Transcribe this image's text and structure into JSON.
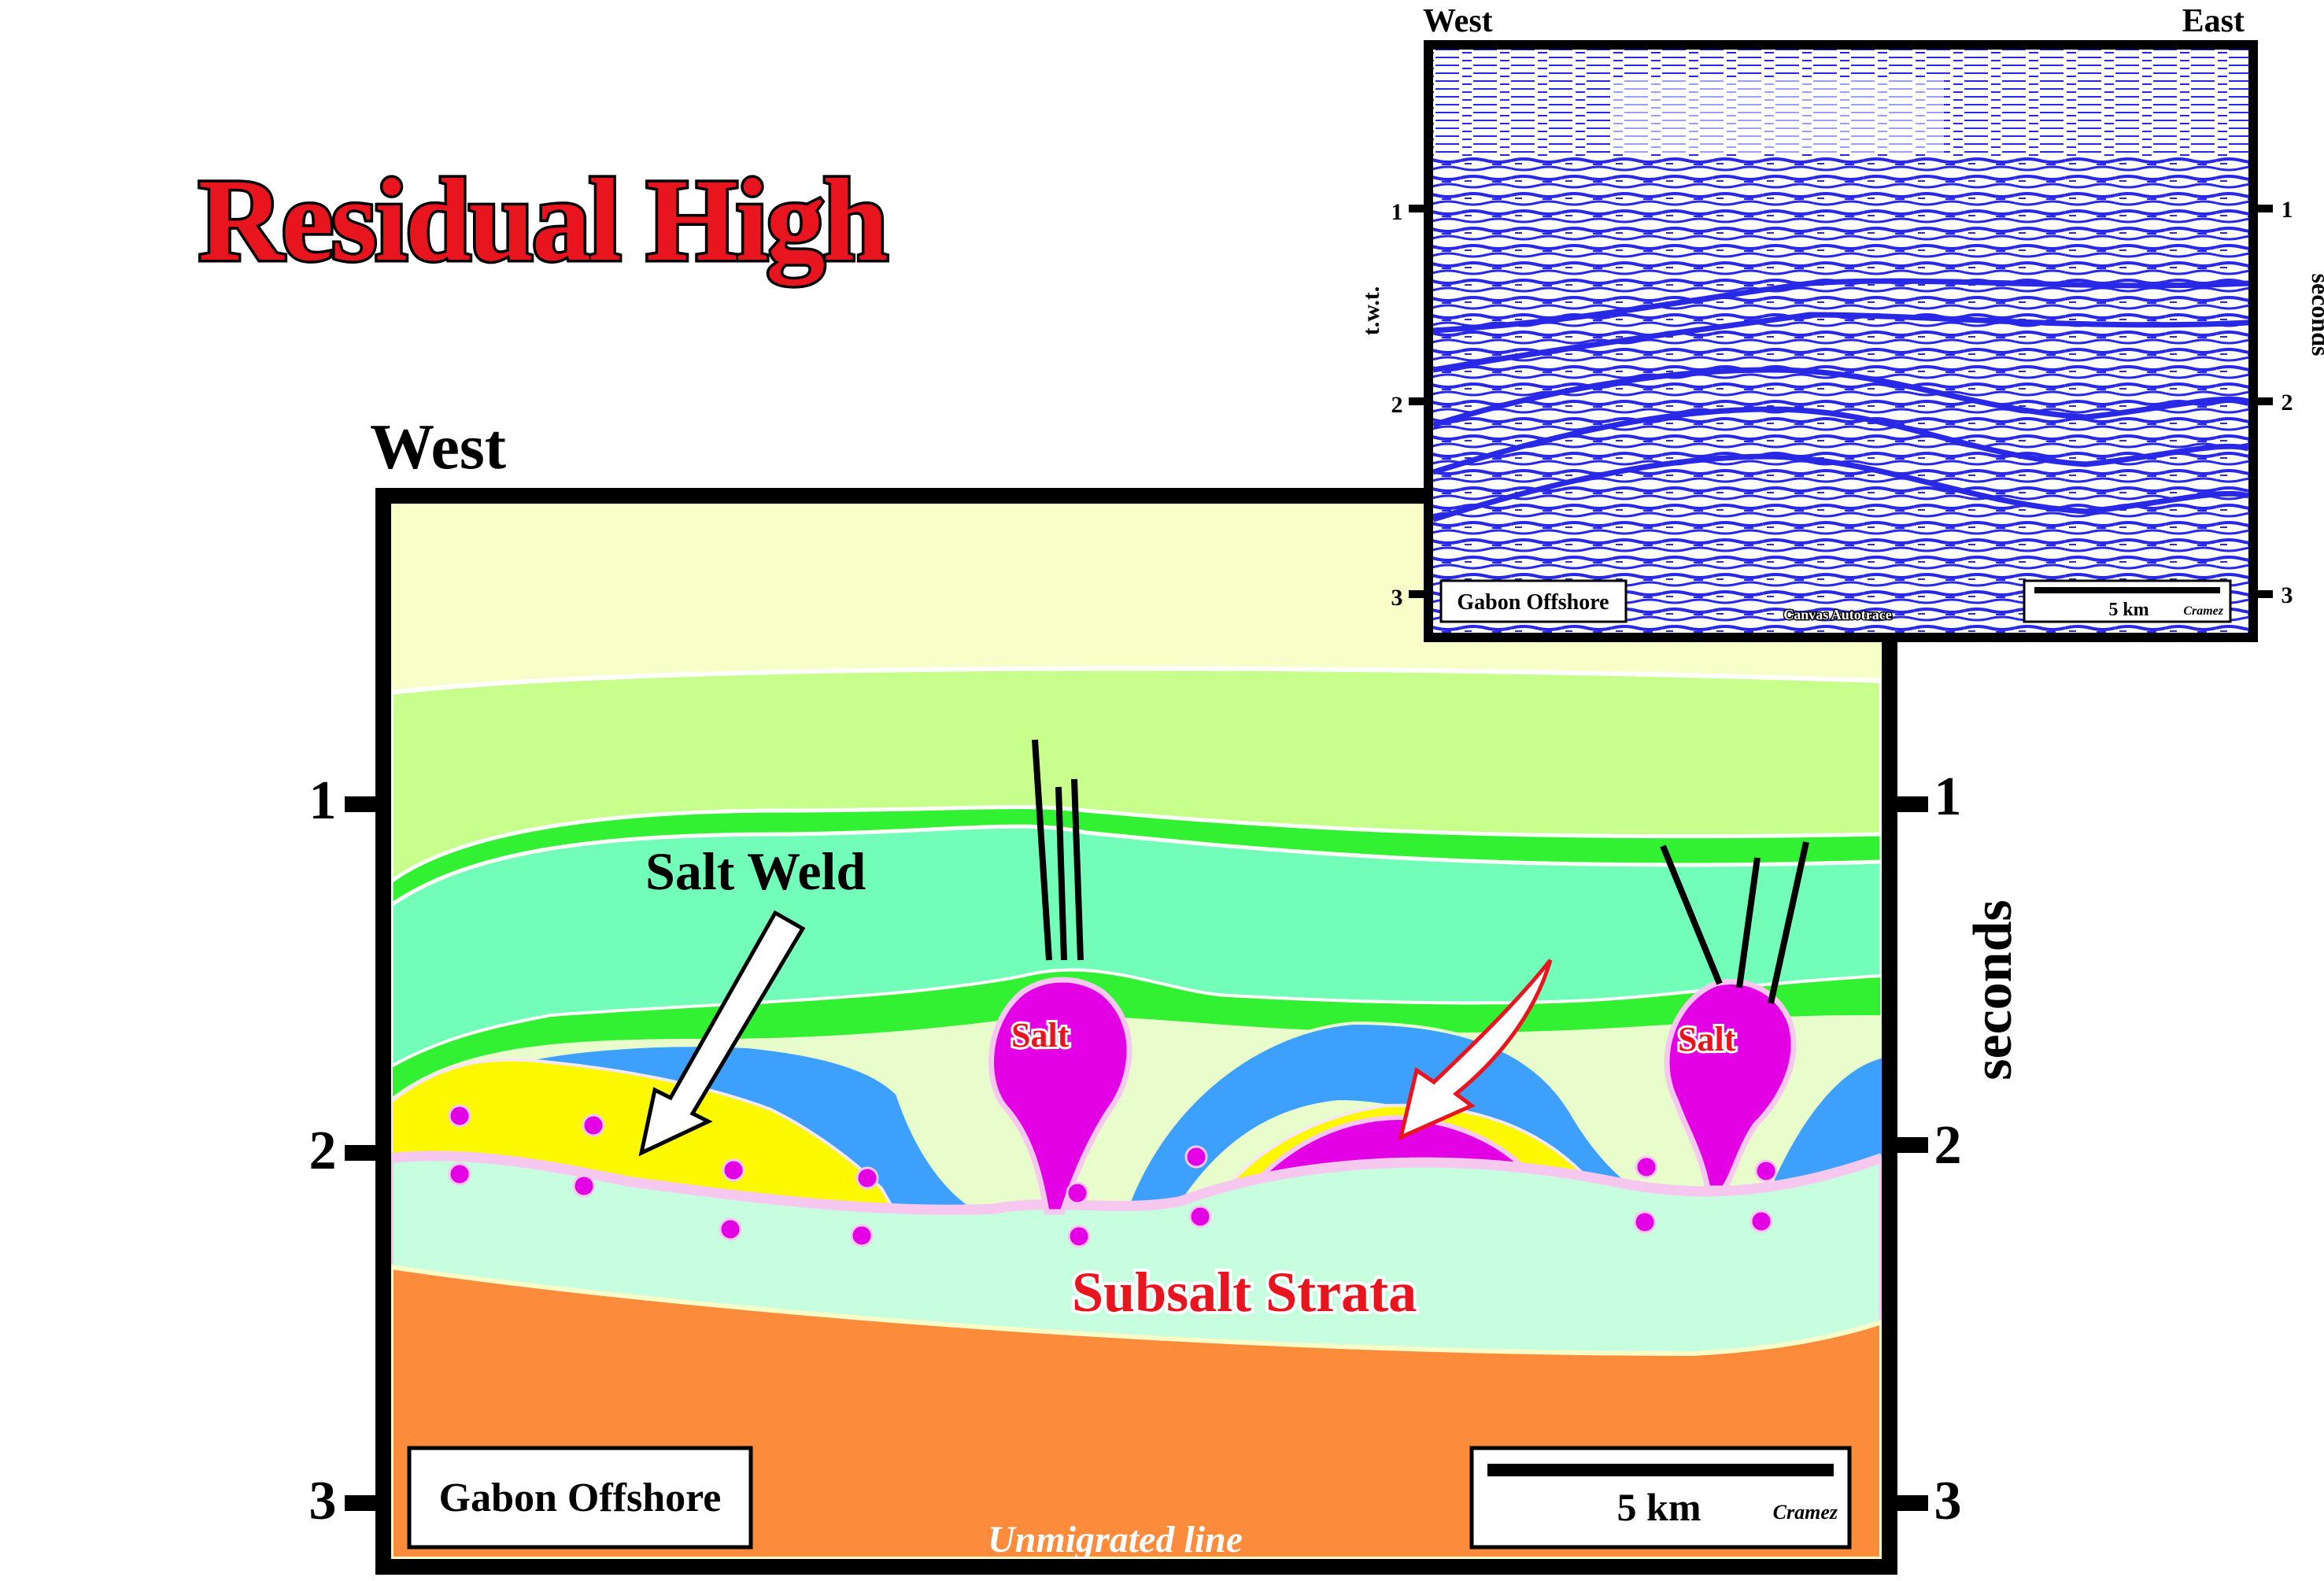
{
  "title": "Residual High",
  "main_section": {
    "direction_label": "West",
    "axis_label": "seconds",
    "ticks": [
      "1",
      "2",
      "3"
    ],
    "location_label": "Gabon Offshore",
    "scale_label": "5 km",
    "author": "Cramez",
    "footer_note": "Unmigrated line",
    "annotations": {
      "salt_weld": "Salt Weld",
      "subsalt_strata": "Subsalt Strata",
      "salt_left": "Salt",
      "salt_right": "Salt"
    }
  },
  "inset_seismic": {
    "west_label": "West",
    "east_label": "East",
    "left_axis_label": "t.w.t.",
    "right_axis_label": "seconds",
    "ticks": [
      "1",
      "2",
      "3"
    ],
    "location_label": "Gabon Offshore",
    "processing_note": "Canvas Autotrace",
    "scale_label": "5 km",
    "author": "Cramez"
  },
  "colors": {
    "title_red": "#e8141e",
    "upper_unit": "#f8fec8",
    "light_green": "#c8fe8c",
    "bright_green": "#32f032",
    "aqua_green": "#72feb8",
    "blue_layer": "#3ca0fc",
    "yellow_layer": "#fcf800",
    "salt_magenta": "#e400e4",
    "subsalt_mint": "#c8fee0",
    "basement_orange": "#fc8c3c",
    "seismic_blue": "#2828e6"
  }
}
